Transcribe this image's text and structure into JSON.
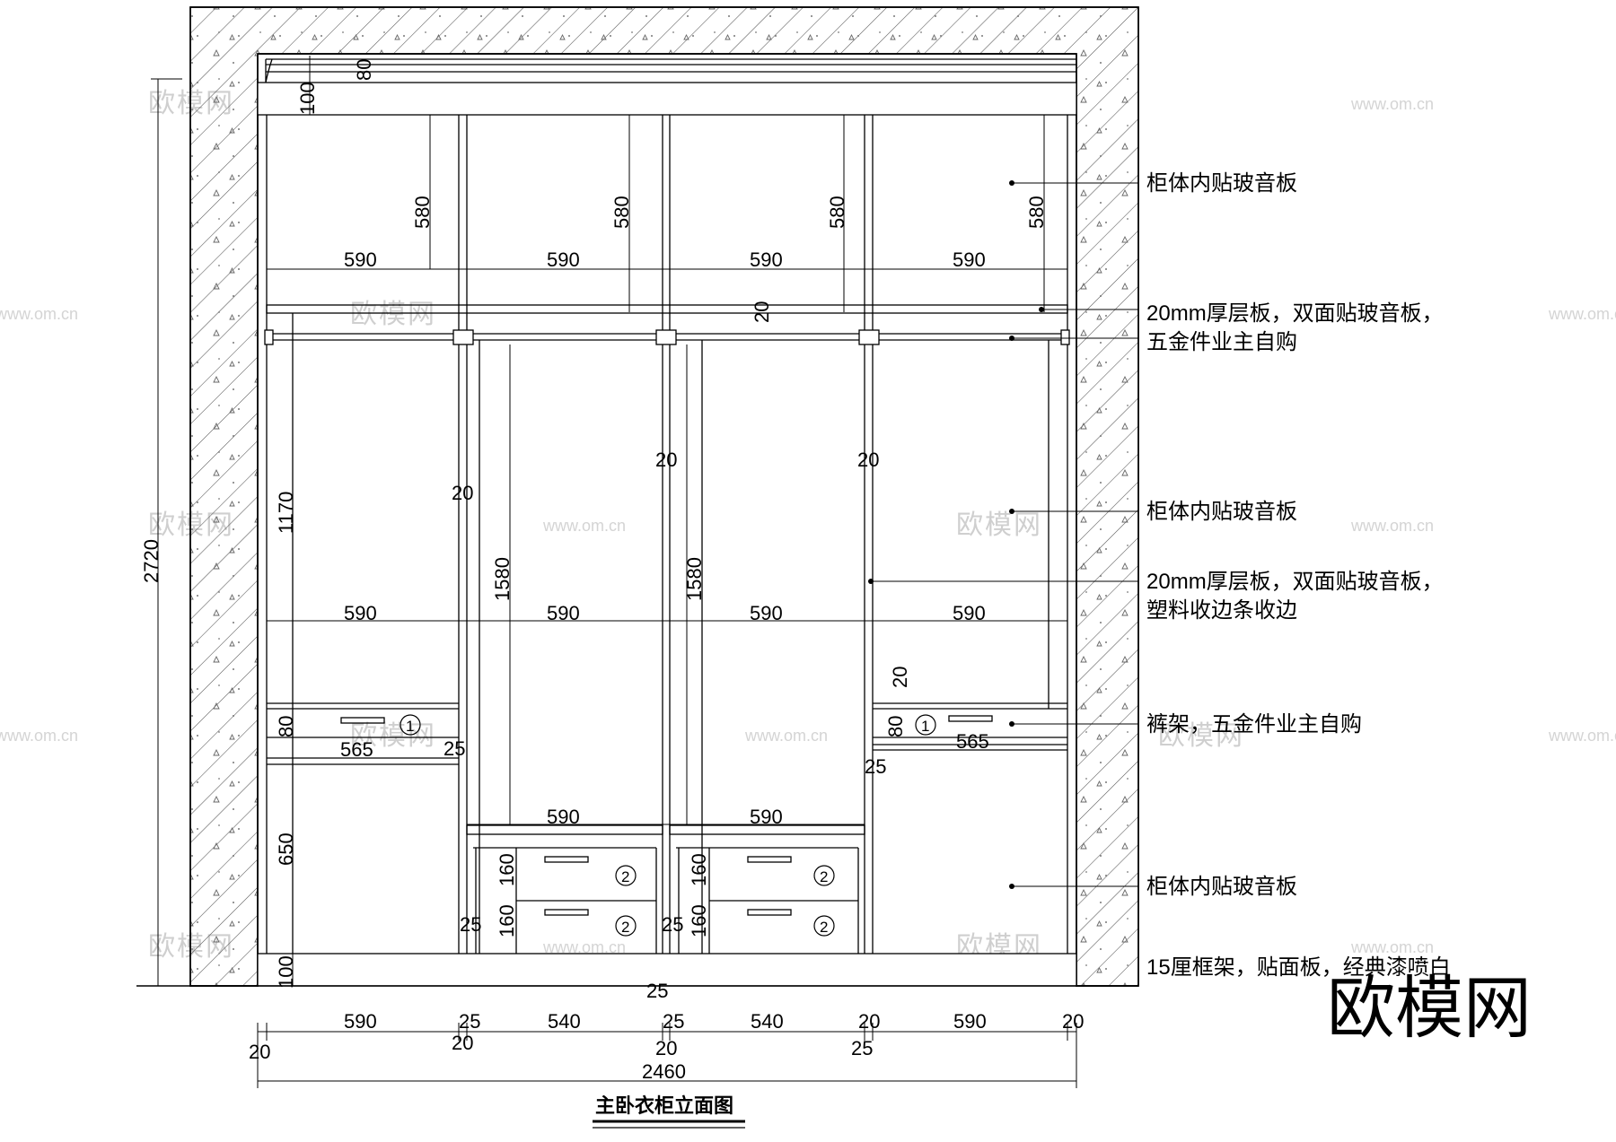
{
  "title": "主卧衣柜立面图",
  "brand": "欧模网",
  "watermark": {
    "brand": "欧模网",
    "url": "www.om.cn"
  },
  "annotations": [
    "柜体内贴玻音板",
    "20mm厚层板，双面贴玻音板，",
    "五金件业主自购",
    "柜体内贴玻音板",
    "20mm厚层板，双面贴玻音板，",
    "塑料收边条收边",
    "裤架，五金件业主自购",
    "柜体内贴玻音板",
    "15厘框架，贴面板，经典漆喷白"
  ],
  "dims": {
    "overall_height": "2720",
    "top_80": "80",
    "top_100": "100",
    "upper_h": [
      "580",
      "580",
      "580",
      "580"
    ],
    "upper_w": [
      "590",
      "590",
      "590",
      "590"
    ],
    "shelf_20": "20",
    "mid_20a": "20",
    "mid_20b": "20",
    "mid_20c": "20",
    "left_1170": "1170",
    "h1580a": "1580",
    "h1580b": "1580",
    "mid_w": [
      "590",
      "590",
      "590",
      "590"
    ],
    "right_20": "20",
    "left_80": "80",
    "left_565": "565",
    "left_25": "25",
    "right_80": "80",
    "right_565": "565",
    "right_25": "25",
    "left_650": "650",
    "drawer_w": [
      "590",
      "590"
    ],
    "d160": [
      "160",
      "160",
      "160",
      "160"
    ],
    "d25a": "25",
    "d25b": "25",
    "bottom_100": "100",
    "base_25": "25",
    "bottom_row": [
      "590",
      "25",
      "540",
      "25",
      "540",
      "20",
      "590",
      "20"
    ],
    "bottom_low": [
      "20",
      "20",
      "20",
      "25"
    ],
    "total_width": "2460"
  },
  "markers": {
    "pants_rack": "1",
    "drawer": "2"
  }
}
